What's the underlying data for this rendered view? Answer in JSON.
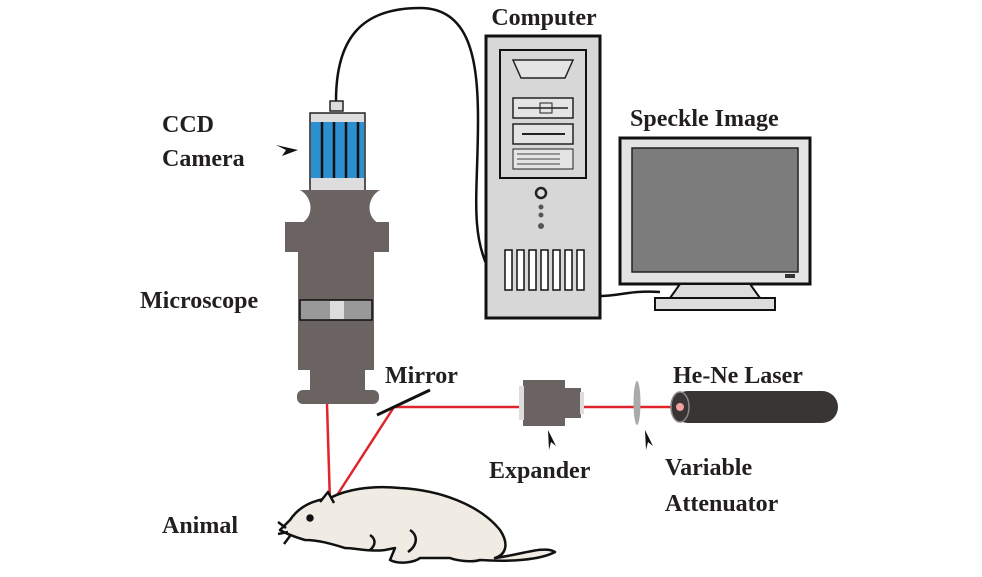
{
  "labels": {
    "computer": "Computer",
    "ccd_line1": "CCD",
    "ccd_line2": "Camera",
    "speckle_image": "Speckle Image",
    "microscope": "Microscope",
    "mirror": "Mirror",
    "laser": "He-Ne Laser",
    "expander": "Expander",
    "attenuator_line1": "Variable",
    "attenuator_line2": "Attenuator",
    "animal": "Animal"
  },
  "colors": {
    "laser_beam": "#e0242b",
    "camera_blue": "#2b8fd0",
    "device_gray": "#6b6361",
    "computer_gray": "#d7d7d7",
    "screen_gray": "#7c7c7c",
    "animal_fill": "#f0ece4"
  }
}
